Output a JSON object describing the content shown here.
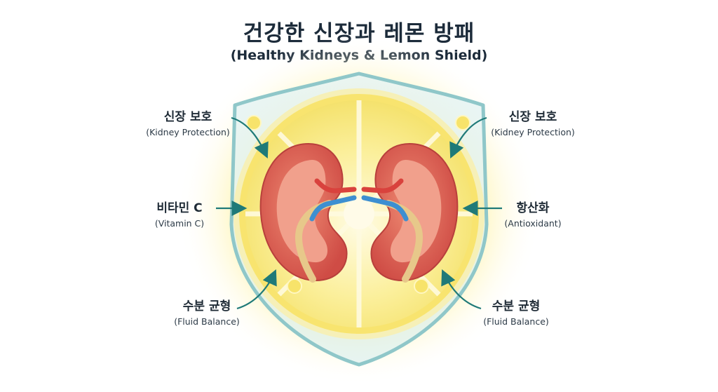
{
  "header": {
    "title": "건강한 신장과 레몬 방패",
    "subtitle": "(Healthy Kidneys & Lemon Shield)"
  },
  "labels": {
    "left_top": {
      "ko": "신장 보호",
      "en": "(Kidney Protection)"
    },
    "left_mid": {
      "ko": "비타민 C",
      "en": "(Vitamin C)"
    },
    "left_bottom": {
      "ko": "수분 균형",
      "en": "(Fluid Balance)"
    },
    "right_top": {
      "ko": "신장 보호",
      "en": "(Kidney Protection)"
    },
    "right_mid": {
      "ko": "항산화",
      "en": "(Antioxidant)"
    },
    "right_bottom": {
      "ko": "수분 균형",
      "en": "(Fluid Balance)"
    }
  },
  "colors": {
    "shield_stroke": "#8fc7c9",
    "lemon_yellow": "#f6e77a",
    "kidney_red": "#d9534f",
    "arrow_teal": "#1f7a78",
    "vein_blue": "#3d8fd1"
  }
}
